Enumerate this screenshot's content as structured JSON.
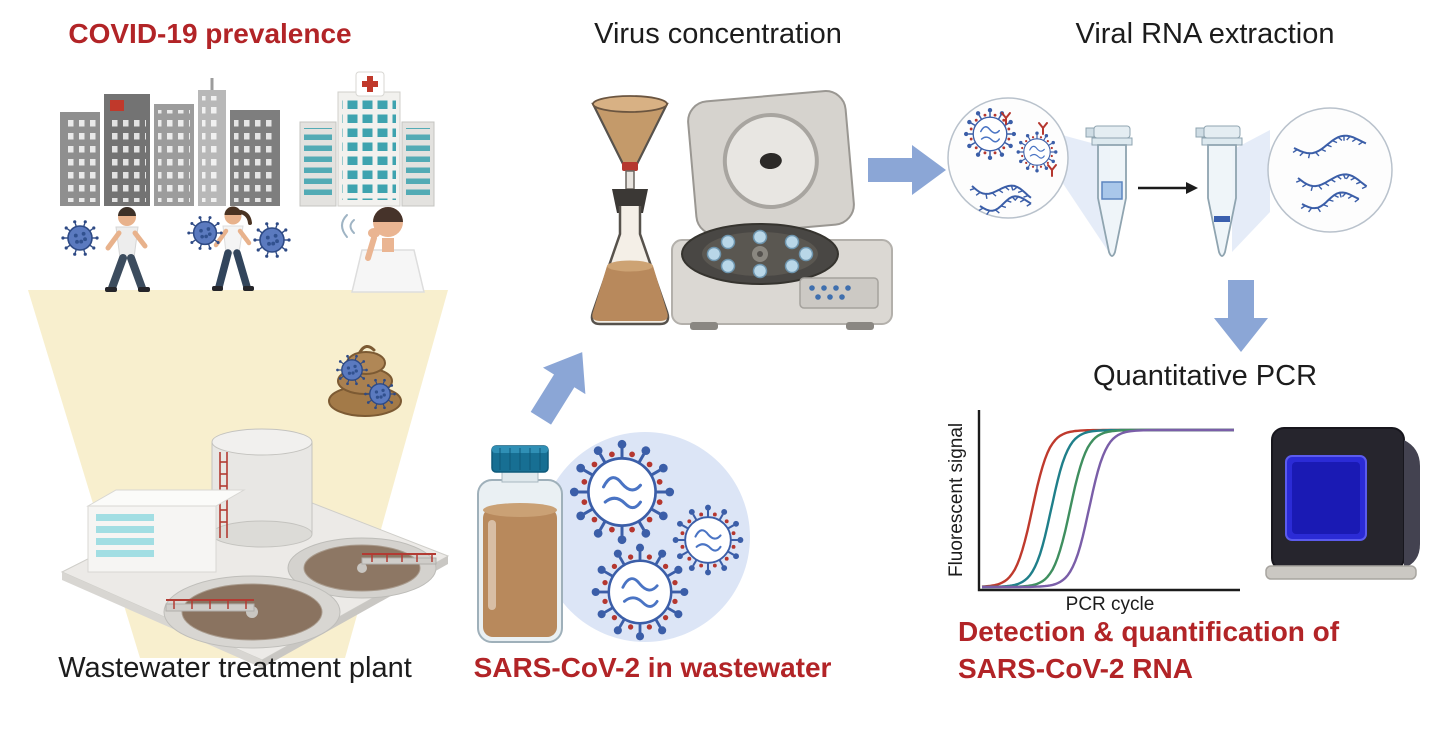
{
  "figure": {
    "labels": {
      "covid_prevalence": "COVID-19 prevalence",
      "wastewater_plant": "Wastewater treatment plant",
      "virus_concentration": "Virus concentration",
      "sars_in_wastewater": "SARS-CoV-2 in wastewater",
      "rna_extraction": "Viral RNA extraction",
      "qpcr_title": "Quantitative PCR",
      "qpcr_ylabel": "Fluorescent signal",
      "qpcr_xlabel": "PCR cycle",
      "detection_line1": "Detection & quantification of",
      "detection_line2": "SARS-CoV-2 RNA"
    },
    "colors": {
      "accent_red": "#b22427",
      "arrow_blue": "#8ba6d6",
      "text_black": "#1c1c1c",
      "virus_blue": "#3b5ea8",
      "liquid_brown": "#b8895c",
      "beam_yellow": "#f7ecc6",
      "magnifier_blue": "#dce5f6"
    },
    "illustrations": [
      "city-buildings",
      "hospital",
      "walking-people",
      "coughing-person",
      "coronavirus-particles",
      "light-beam",
      "feces-with-virus",
      "wastewater-treatment-plant",
      "filter-funnel-flask",
      "centrifuge",
      "sample-bottle",
      "magnified-wastewater-view",
      "microcentrifuge-tubes",
      "rna-strands",
      "qpcr-amplification-plot",
      "qpcr-machine",
      "flow-arrows"
    ]
  },
  "chart_data": {
    "type": "line",
    "title": "Quantitative PCR",
    "xlabel": "PCR cycle",
    "ylabel": "Fluorescent signal",
    "x_range": [
      0,
      40
    ],
    "y_range": [
      0,
      1
    ],
    "grid": false,
    "legend": false,
    "series": [
      {
        "name": "amplification curve 1",
        "color": "#bf3a2d",
        "ct": 8,
        "plateau": 1
      },
      {
        "name": "amplification curve 2",
        "color": "#1f7f8a",
        "ct": 11,
        "plateau": 1
      },
      {
        "name": "amplification curve 3",
        "color": "#3f8f5f",
        "ct": 14,
        "plateau": 1
      },
      {
        "name": "amplification curve 4",
        "color": "#7a5ea8",
        "ct": 17,
        "plateau": 1
      }
    ]
  }
}
